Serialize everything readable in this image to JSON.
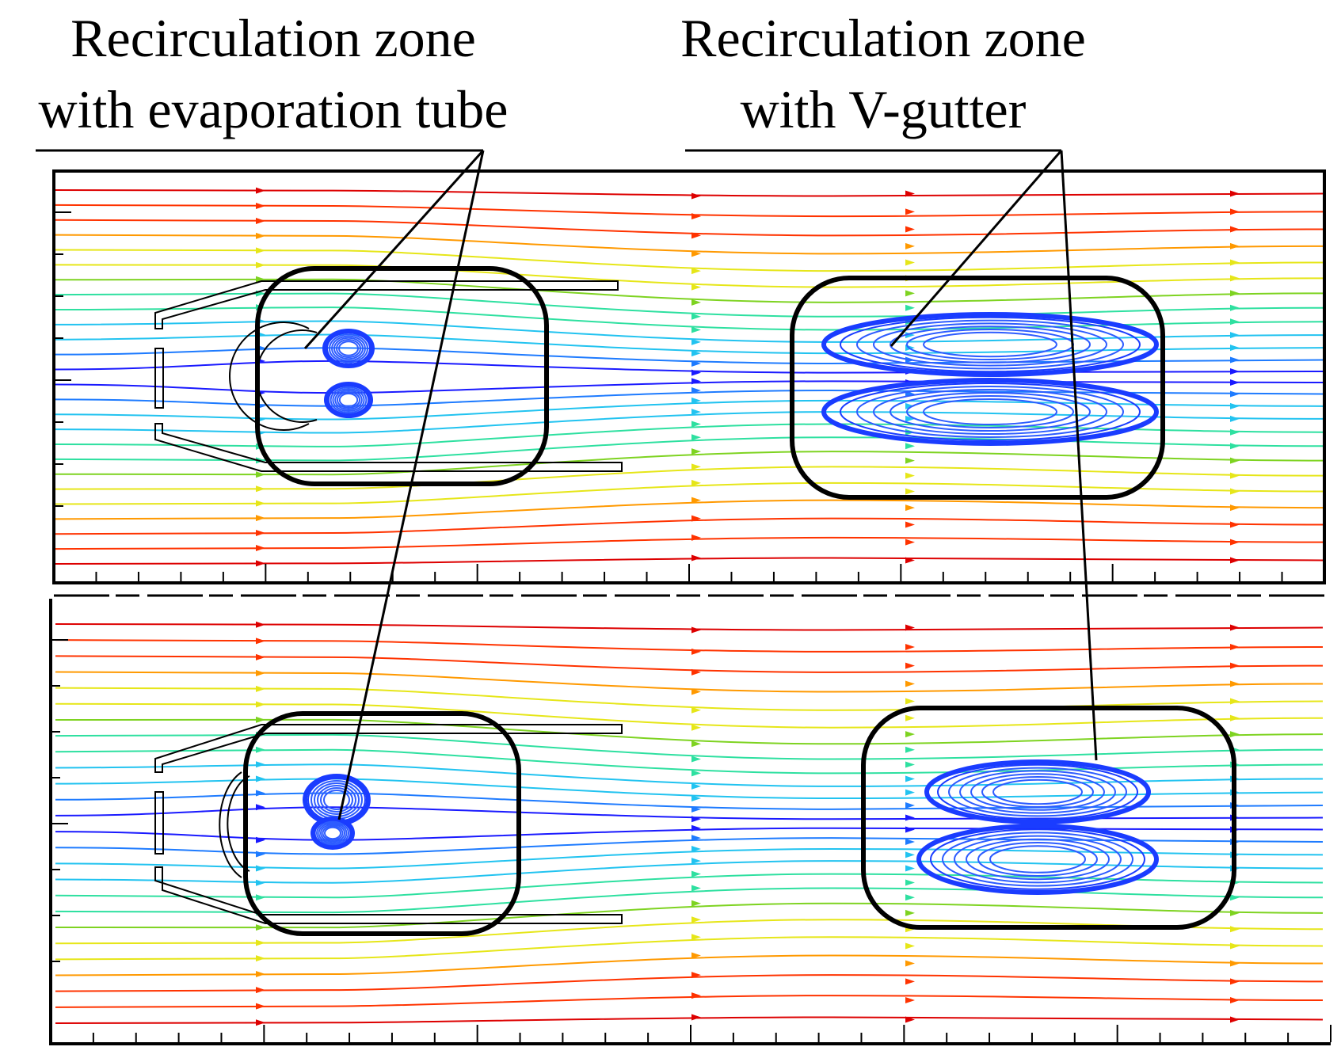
{
  "annotations": {
    "evaporation_tube": {
      "line1": "Recirculation zone",
      "line2": "with evaporation tube"
    },
    "v_gutter": {
      "line1": "Recirculation zone",
      "line2": "with V-gutter"
    }
  },
  "colors": {
    "velocity_scale": [
      "#1a1aff",
      "#1e7bff",
      "#22c3f0",
      "#2ee0a0",
      "#7ed321",
      "#e6e619",
      "#ff9900",
      "#ff3300",
      "#dd0000"
    ],
    "frame": "#000000",
    "geometry_outline": "#000000",
    "highlight_box": "#000000"
  },
  "panels": [
    {
      "name": "top-panel",
      "case": "upper flow field"
    },
    {
      "name": "bottom-panel",
      "case": "lower flow field"
    }
  ]
}
